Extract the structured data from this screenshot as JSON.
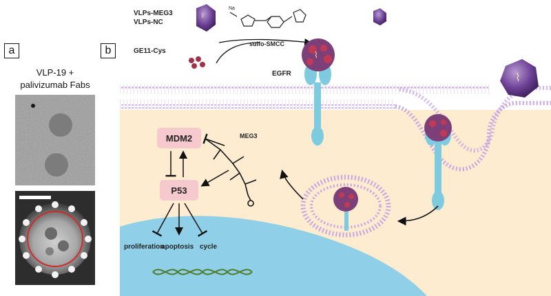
{
  "panel_a": {
    "tag": "a",
    "caption_line1": "VLP-19 +",
    "caption_line2": "palivizumab Fabs"
  },
  "panel_b": {
    "tag": "b",
    "vlp_meg3_label": "VLPs-MEG3",
    "vlp_nc_label": "VLPs-NC",
    "ge11_label": "GE11-Cys",
    "reaction_label": "sulfo-SMCC",
    "reagent_na": "Na",
    "egfr_label": "EGFR",
    "mdm2_label": "MDM2",
    "p53_label": "P53",
    "meg3_label": "MEG3",
    "outcomes": [
      "proliferation",
      "apoptosis",
      "cycle"
    ]
  },
  "colors": {
    "cytoplasm": "#fde8c8",
    "nucleus": "#8fd0e8",
    "membrane": "#c8a7e0",
    "receptor": "#7ecbe0",
    "protein_box": "#f6c9cf",
    "vlp": "#6b3f93",
    "dna": "#4f7b2a",
    "scale_circle": "#d12a2a"
  }
}
